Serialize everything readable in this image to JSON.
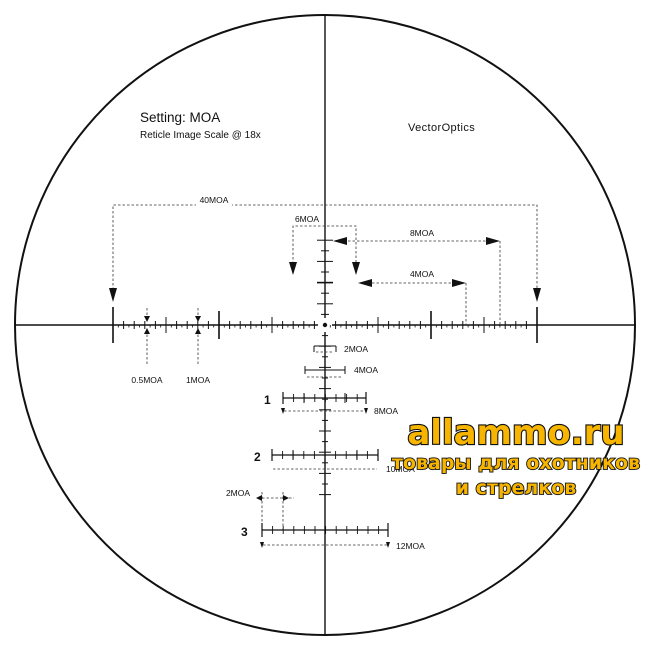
{
  "header": {
    "setting": "Setting: MOA",
    "scale": "Reticle Image Scale @ 18x",
    "brand": "VectorOptics"
  },
  "labels": {
    "moa40": "40MOA",
    "moa6": "6MOA",
    "moa8_top": "8MOA",
    "moa4_top": "4MOA",
    "moa05": "0.5MOA",
    "moa1": "1MOA",
    "moa2_stack": "2MOA",
    "moa4_stack": "4MOA",
    "moa8_bar1": "8MOA",
    "moa10_bar2": "10MOA",
    "moa2_left": "2MOA",
    "moa12_bar3": "12MOA",
    "bar1_num": "1",
    "bar2_num": "2",
    "bar3_num": "3"
  },
  "watermark": {
    "site": "allammo.ru",
    "line1": "товары для охотников",
    "line2": "и стрелков"
  },
  "colors": {
    "ink": "#111111",
    "watermark_fill": "#f7b500",
    "watermark_stroke": "#111111"
  }
}
